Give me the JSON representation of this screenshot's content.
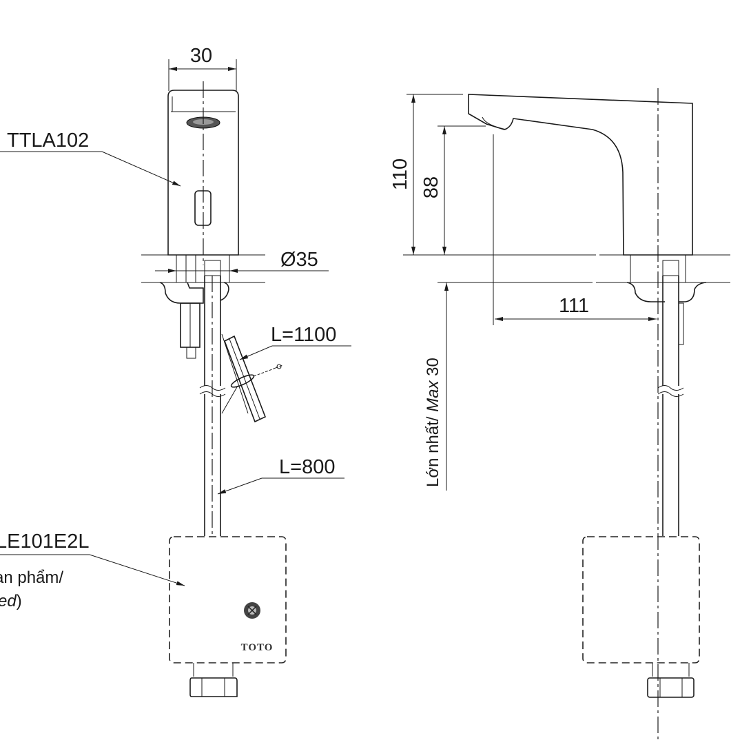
{
  "drawing": {
    "front_view": {
      "width_dim": "30",
      "diameter_dim": "Ø35",
      "model_label": "TTLA102",
      "hose_length": "L=1100",
      "pipe_length": "L=800",
      "control_box_label": "LE101E2L",
      "control_box_note_line1": "an phẩm/",
      "control_box_note_line2_italic": "ed",
      "control_box_note_line2_end": ")",
      "brand_logo": "TOTO"
    },
    "side_view": {
      "height_dim": "110",
      "spout_height_dim": "88",
      "reach_dim": "111",
      "max_thickness_label": "Lớn nhất/ ",
      "max_thickness_italic": "Max",
      "max_thickness_value": " 30"
    }
  }
}
